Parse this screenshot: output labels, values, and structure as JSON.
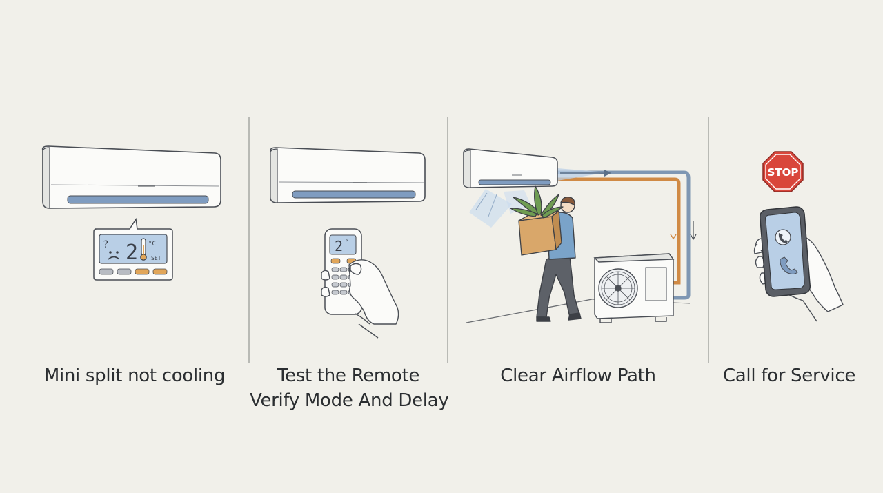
{
  "panels": [
    {
      "id": "panel-1",
      "caption_lines": [
        "Mini split not cooling"
      ]
    },
    {
      "id": "panel-2",
      "caption_lines": [
        "Test the Remote",
        "Verify Mode And Delay"
      ]
    },
    {
      "id": "panel-3",
      "caption_lines": [
        "Clear Airflow Path"
      ]
    },
    {
      "id": "panel-4",
      "caption_lines": [
        "Call for Service"
      ]
    }
  ],
  "thermostat_display": {
    "question": "?",
    "temperature": "2",
    "unit": "°C",
    "mode": "SET"
  },
  "remote_display": {
    "temperature": "2",
    "unit": "°"
  },
  "stop_sign": {
    "text": "STOP"
  },
  "icons": [
    "ac-indoor-unit",
    "thermostat-display",
    "sad-face",
    "thermometer",
    "remote-control",
    "hand",
    "person-carrying-plant",
    "outdoor-condenser",
    "refrigerant-lines",
    "airflow-arrow",
    "stop-sign",
    "smartphone",
    "phone-icon"
  ],
  "colors": {
    "background": "#f1f0ea",
    "vent_blue": "#7f9cc0",
    "lcd_blue": "#b9cfe6",
    "button_orange": "#e1a65a",
    "stop_red": "#d9463b",
    "pipe_copper": "#d08a45",
    "pipe_blue": "#7f97b3",
    "shirt_blue": "#7aa3c9",
    "plant_green": "#6f9c52"
  }
}
